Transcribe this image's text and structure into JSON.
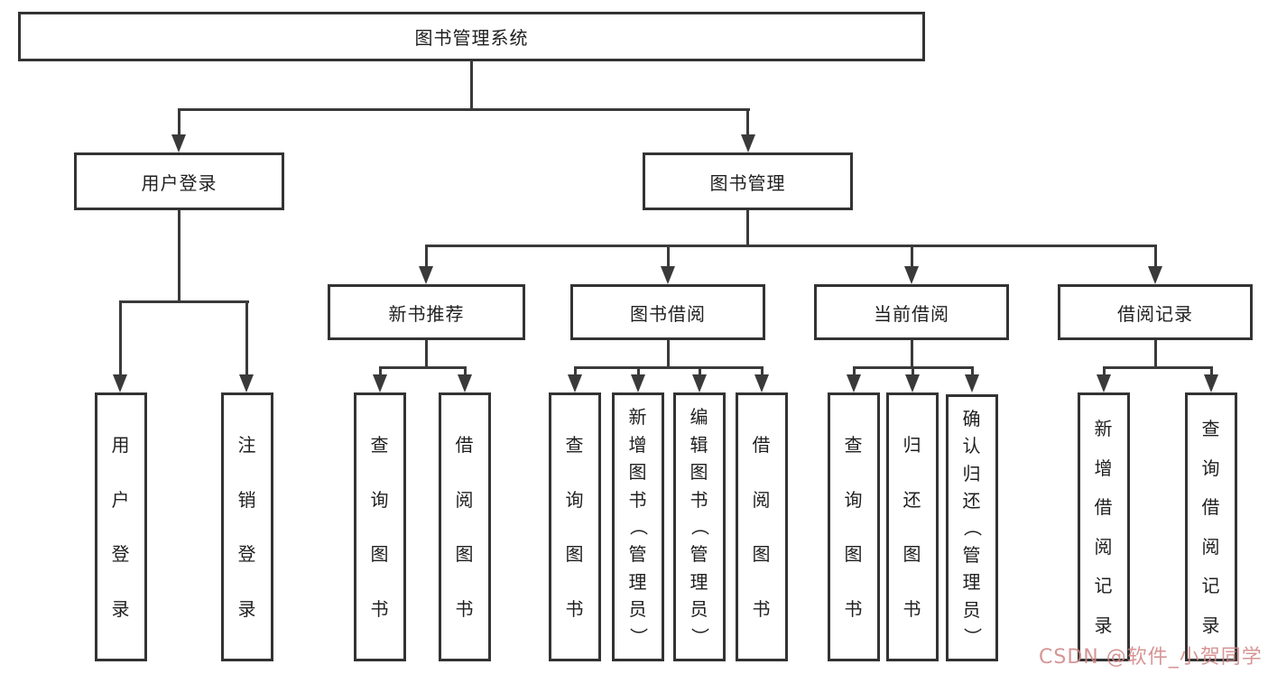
{
  "diagram": {
    "title": "图书管理系统",
    "type": "hierarchy-structure-chart",
    "colors": {
      "line": "#3a3a3a",
      "box_border": "#333333",
      "box_fill": "#ffffff",
      "background": "#ffffff",
      "text": "#1f1f1f",
      "watermark": "#d08383"
    },
    "nodes": {
      "root": {
        "label": "图书管理系统"
      },
      "user_login": {
        "label": "用户登录"
      },
      "book_mgmt": {
        "label": "图书管理"
      },
      "new_book_rec": {
        "label": "新书推荐"
      },
      "book_borrow": {
        "label": "图书借阅"
      },
      "current_borrow": {
        "label": "当前借阅"
      },
      "borrow_records": {
        "label": "借阅记录"
      },
      "ul_user_login": {
        "label": "用户登录"
      },
      "ul_logout": {
        "label": "注销登录"
      },
      "nb_query": {
        "label": "查询图书"
      },
      "nb_borrow": {
        "label": "借阅图书"
      },
      "bb_query": {
        "label": "查询图书"
      },
      "bb_add": {
        "label": "新增图书（管理员）"
      },
      "bb_edit": {
        "label": "编辑图书（管理员）"
      },
      "bb_borrow": {
        "label": "借阅图书"
      },
      "cb_query": {
        "label": "查询图书"
      },
      "cb_return": {
        "label": "归还图书"
      },
      "cb_confirm": {
        "label": "确认归还（管理员）"
      },
      "br_add": {
        "label": "新增借阅记录"
      },
      "br_query": {
        "label": "查询借阅记录"
      }
    },
    "tree": {
      "图书管理系统": {
        "用户登录": [
          "用户登录",
          "注销登录"
        ],
        "图书管理": {
          "新书推荐": [
            "查询图书",
            "借阅图书"
          ],
          "图书借阅": [
            "查询图书",
            "新增图书（管理员）",
            "编辑图书（管理员）",
            "借阅图书"
          ],
          "当前借阅": [
            "查询图书",
            "归还图书",
            "确认归还（管理员）"
          ],
          "借阅记录": [
            "新增借阅记录",
            "查询借阅记录"
          ]
        }
      }
    }
  },
  "watermark": {
    "text": "CSDN @软件_小贺同学"
  }
}
